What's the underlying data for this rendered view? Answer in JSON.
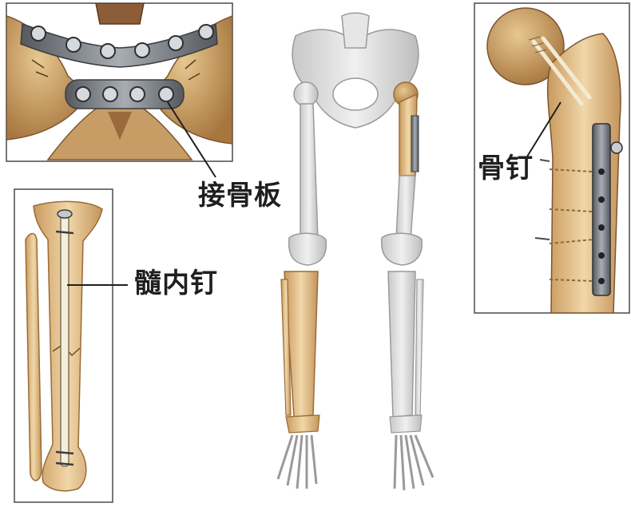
{
  "labels": {
    "bone_plate": "接骨板",
    "intramedullary_nail": "髓内钉",
    "bone_screw": "骨钉"
  },
  "colors": {
    "bone_tan": "#e3c08e",
    "bone_shadow": "#b98c55",
    "skeleton_gray": "#d9d9d9",
    "skeleton_outline": "#9a9a9a",
    "implant_metal": "#6e7378",
    "pelvis_brown": "#a8784a",
    "frame_border": "#4a4a4a"
  }
}
